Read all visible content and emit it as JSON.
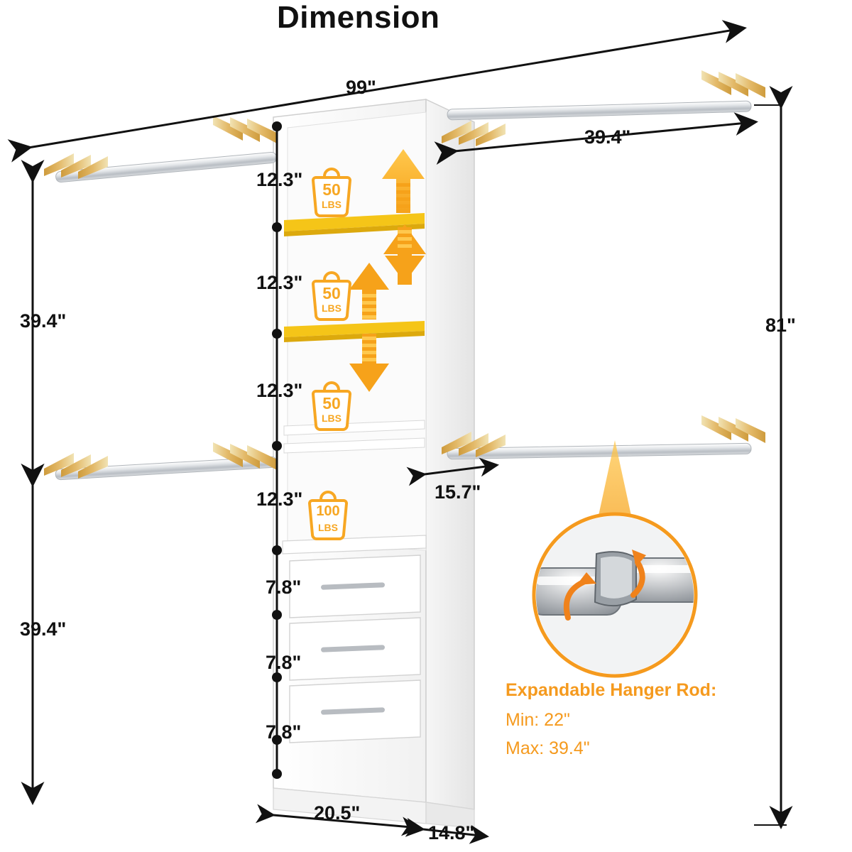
{
  "title": "Dimension",
  "dimensions": {
    "top_width": "99\"",
    "right_rod_top": "39.4\"",
    "right_height_total": "81\"",
    "left_height_upper": "39.4\"",
    "left_height_lower": "39.4\"",
    "shelf_gap_1": "12.3\"",
    "shelf_gap_2": "12.3\"",
    "shelf_gap_3": "12.3\"",
    "shelf_gap_4": "12.3\"",
    "drawer_1": "7.8\"",
    "drawer_2": "7.8\"",
    "drawer_3": "7.8\"",
    "depth_side": "15.7\"",
    "base_width": "20.5\"",
    "base_depth": "14.8\""
  },
  "badges": [
    {
      "value": "50",
      "unit": "LBS"
    },
    {
      "value": "50",
      "unit": "LBS"
    },
    {
      "value": "50",
      "unit": "LBS"
    },
    {
      "value": "100",
      "unit": "LBS"
    }
  ],
  "feature": {
    "heading": "Expandable Hanger Rod:",
    "min": "Min: 22\"",
    "max": "Max: 39.4\""
  },
  "colors": {
    "accent_orange": "#F59A1E",
    "badge_orange": "#F7A723",
    "shelf_yellow": "#F5C518",
    "line_black": "#111111",
    "metal": "#C9CDD2"
  }
}
